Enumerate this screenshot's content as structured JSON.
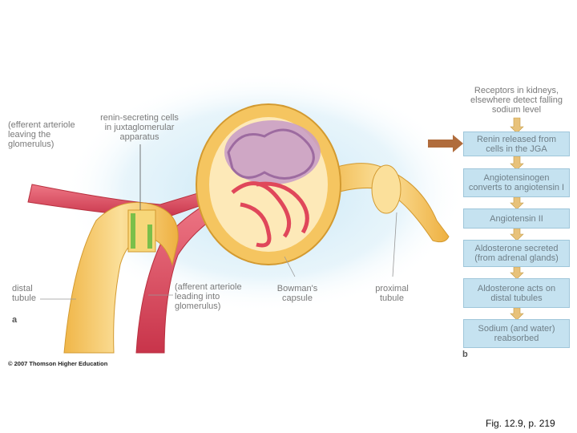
{
  "labels": {
    "efferent": "(efferent arteriole\nleaving the\nglomerulus)",
    "renin_cells": "renin-secreting cells\nin juxtaglomerular\napparatus",
    "distal": "distal\ntubule",
    "afferent": "(afferent arteriole\nleading into\nglomerulus)",
    "bowman": "Bowman's\ncapsule",
    "proximal": "proximal\ntubule",
    "panel_a": "a",
    "panel_b": "b"
  },
  "flowchart": {
    "header": "Receptors in kidneys,\nelsewhere detect falling\nsodium level",
    "steps": [
      "Renin released from\ncells in the JGA",
      "Angiotensinogen\nconverts to angiotensin I",
      "Angiotensin II",
      "Aldosterone secreted\n(from adrenal glands)",
      "Aldosterone acts on\ndistal tubules",
      "Sodium (and water)\nreabsorbed"
    ]
  },
  "footer": {
    "copyright": "© 2007 Thomson Higher Education",
    "citation": "Fig. 12.9, p. 219"
  },
  "colors": {
    "tubule": "#f3c15a",
    "tubule_light": "#fbe3a3",
    "vessel": "#e0475a",
    "capsule_glow": "#cfe9f5",
    "glomerulus": "#c79bc7",
    "flow_box": "#c5e2f0",
    "arrow": "#b06c3c"
  }
}
